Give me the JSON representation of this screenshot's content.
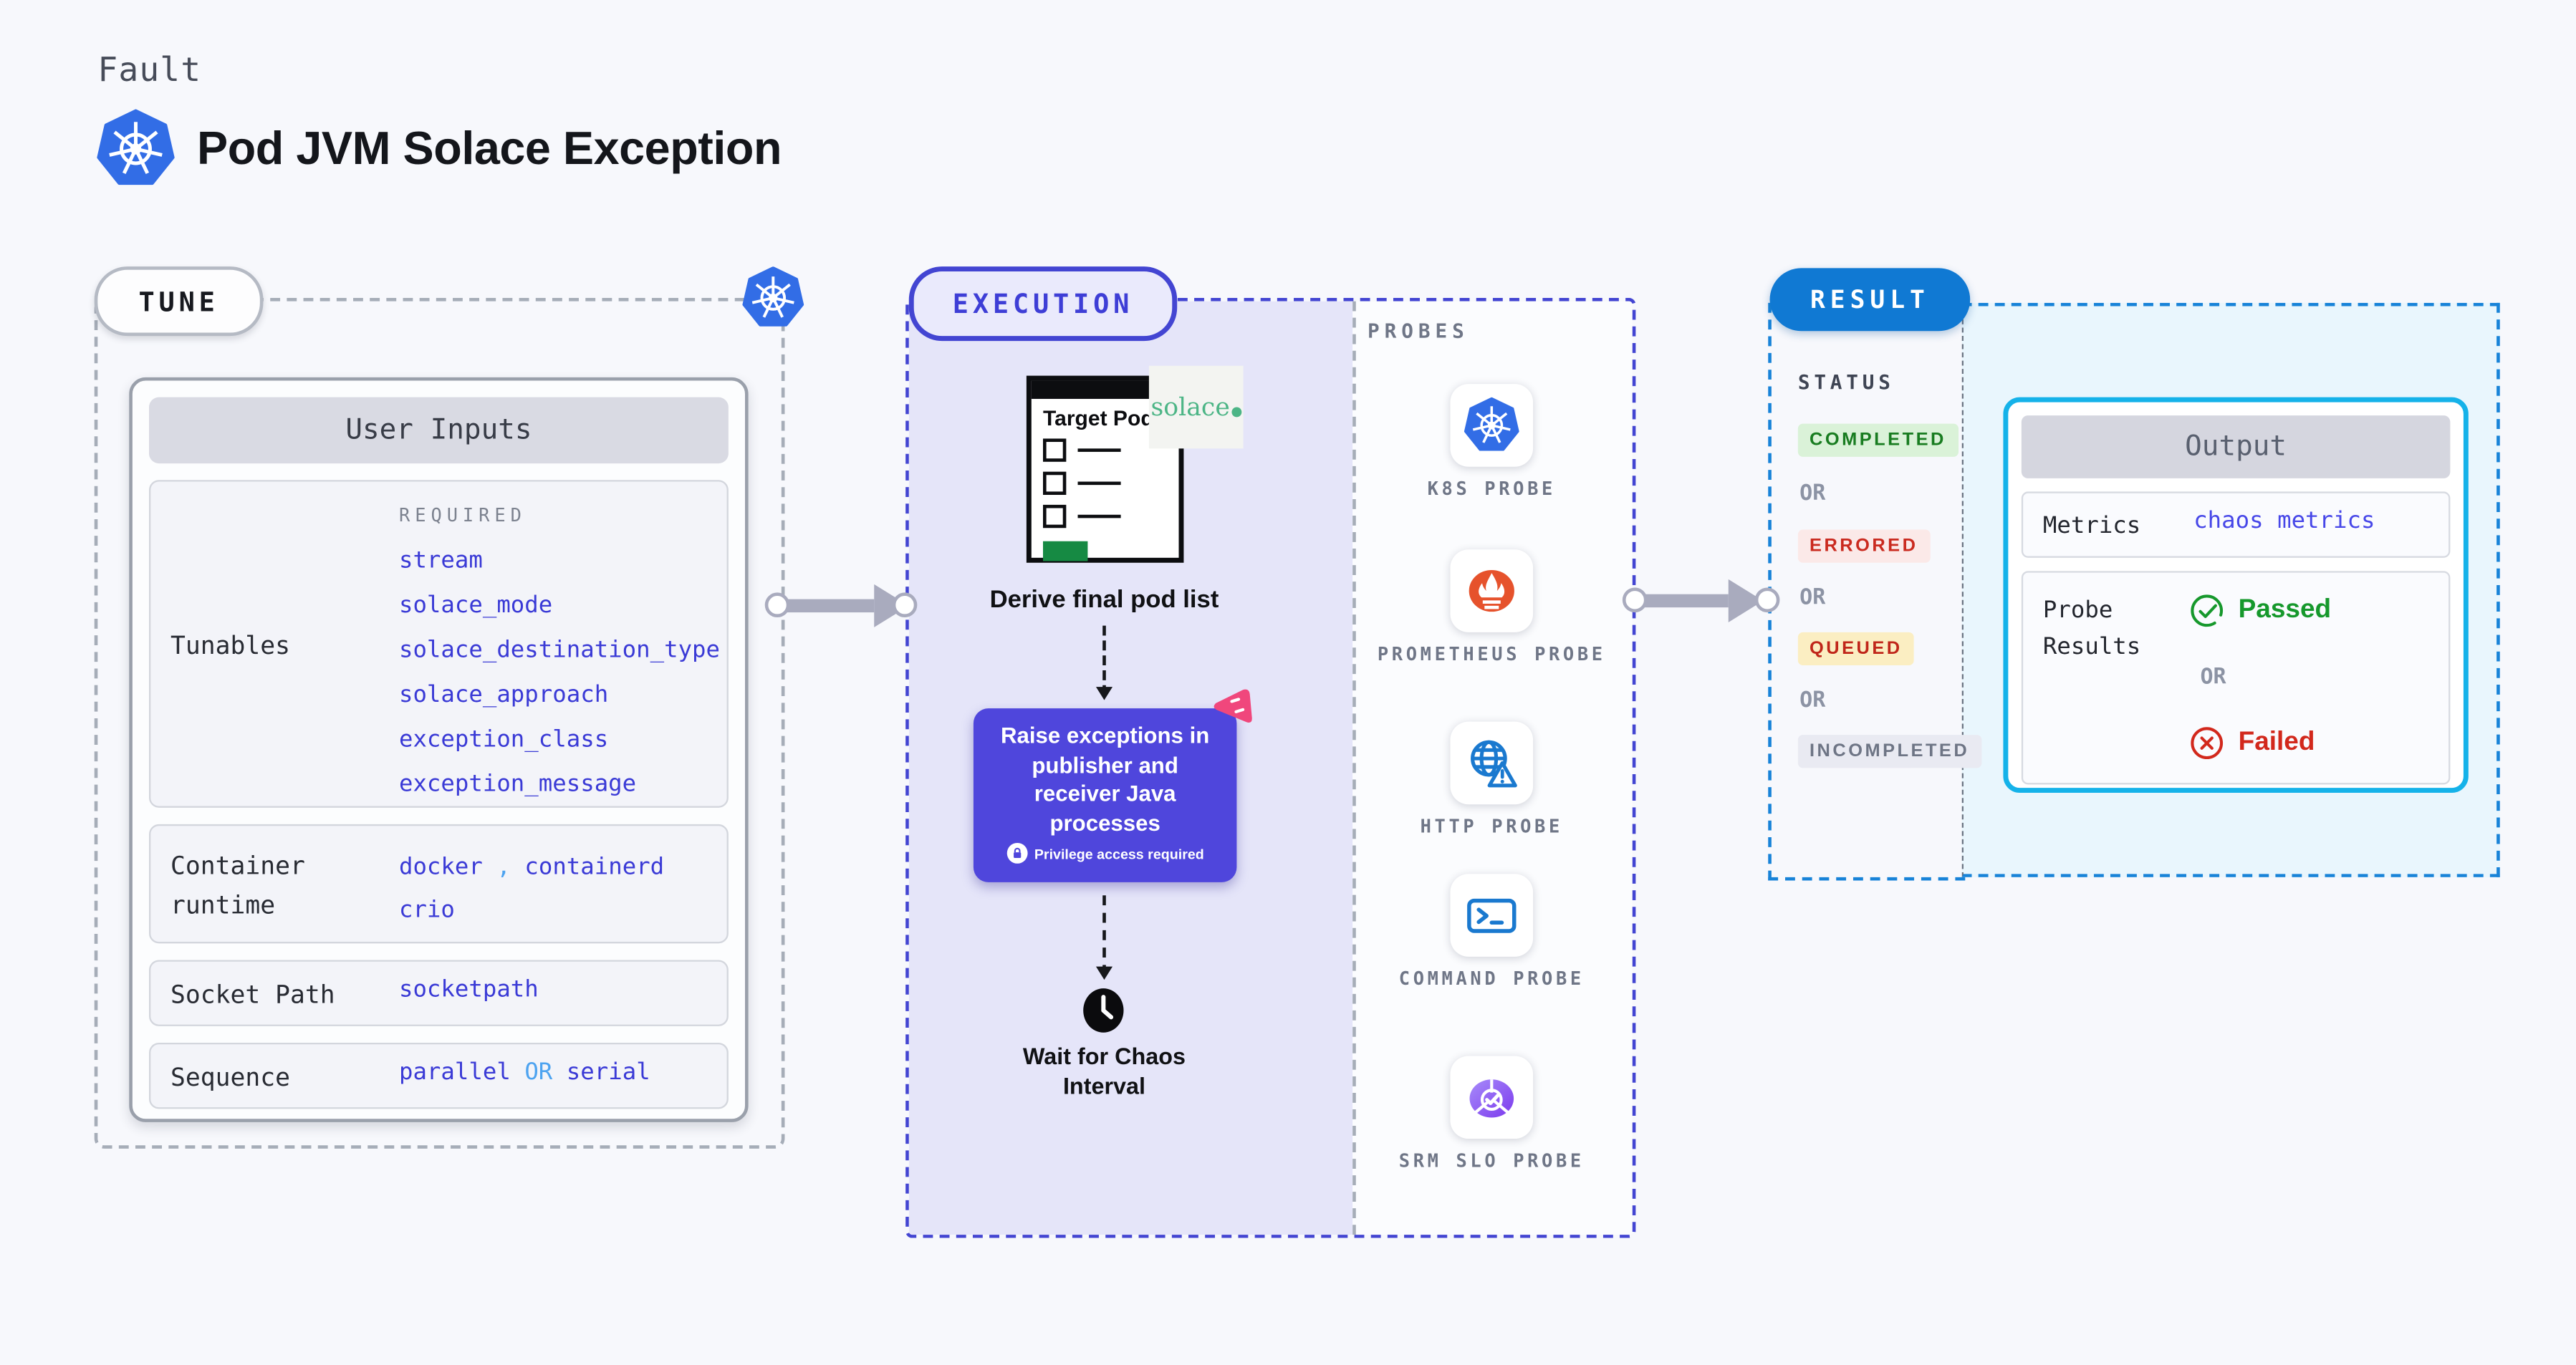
{
  "header": {
    "eyebrow": "Fault",
    "title": "Pod JVM Solace Exception"
  },
  "tune": {
    "tag": "TUNE",
    "card_title": "User Inputs",
    "tunables_label": "Tunables",
    "required_label": "REQUIRED",
    "tunables": [
      "stream",
      "solace_mode",
      "solace_destination_type",
      "solace_approach",
      "exception_class",
      "exception_message"
    ],
    "container_runtime_label": "Container runtime",
    "container_runtime_values": [
      "docker",
      "containerd",
      "crio"
    ],
    "comma": ",",
    "socket_path_label": "Socket Path",
    "socket_path_value": "socketpath",
    "sequence_label": "Sequence",
    "sequence_value_a": "parallel",
    "sequence_or": "OR",
    "sequence_value_b": "serial"
  },
  "execution": {
    "tag": "EXECUTION",
    "window_title": "Target Pods",
    "solace_logo_text": "solace",
    "derive_step": "Derive final pod list",
    "action_step": "Raise exceptions in publisher and receiver Java processes",
    "privilege_note": "Privilege access required",
    "wait_step": "Wait for Chaos Interval"
  },
  "probes": {
    "title": "PROBES",
    "items": [
      {
        "label": "K8S PROBE",
        "icon": "kubernetes-icon"
      },
      {
        "label": "PROMETHEUS PROBE",
        "icon": "prometheus-icon"
      },
      {
        "label": "HTTP PROBE",
        "icon": "globe-warning-icon"
      },
      {
        "label": "COMMAND PROBE",
        "icon": "terminal-icon"
      },
      {
        "label": "SRM SLO PROBE",
        "icon": "srm-slo-icon"
      }
    ]
  },
  "result": {
    "tag": "RESULT",
    "status_title": "STATUS",
    "statuses": [
      "COMPLETED",
      "ERRORED",
      "QUEUED",
      "INCOMPLETED"
    ],
    "or": "OR",
    "output": {
      "title": "Output",
      "metrics_label": "Metrics",
      "metrics_value": "chaos metrics",
      "probe_results_label": "Probe Results",
      "passed": "Passed",
      "or": "OR",
      "failed": "Failed"
    }
  },
  "colors": {
    "kubernetes_blue": "#326de6",
    "indigo_accent": "#4345d2",
    "action_purple": "#4f46dc",
    "chaos_pink": "#f0477c",
    "result_blue": "#1079d3",
    "output_cyan": "#15b2e9",
    "value_blue": "#3a3ad6",
    "or_light_blue": "#4da3f0",
    "completed_green": "#187c20",
    "errored_red": "#ca2a1f",
    "passed_green": "#16982c",
    "failed_red": "#d2281c",
    "prometheus_orange": "#e6522c",
    "solace_green": "#4cb586"
  }
}
